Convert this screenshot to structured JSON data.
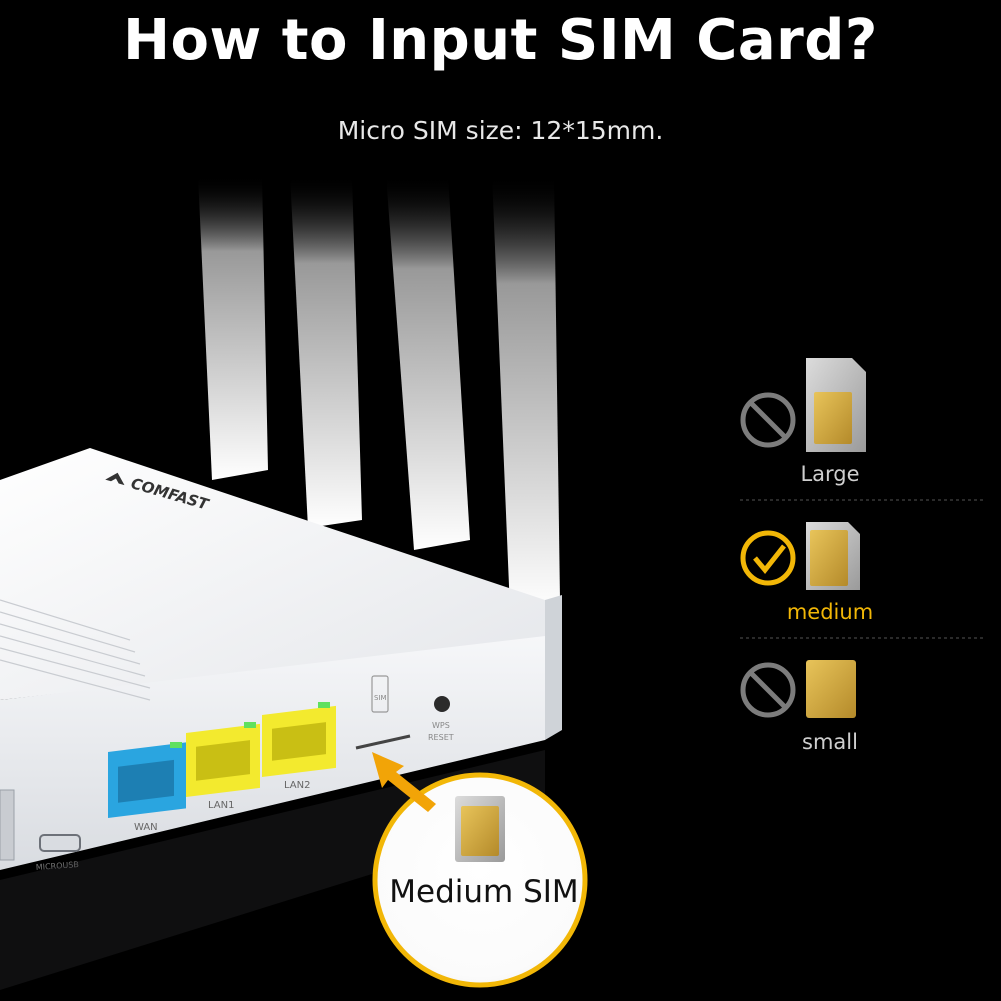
{
  "title": "How to Input SIM Card?",
  "subtitle": "Micro SIM size: 12*15mm.",
  "brand": "COMFAST",
  "ports": {
    "wan": "WAN",
    "lan1": "LAN1",
    "lan2": "LAN2",
    "microusb": "MICROUSB",
    "sim_slot": "SIM",
    "wps_reset_line1": "WPS",
    "wps_reset_line2": "RESET"
  },
  "sim_options": [
    {
      "label": "Large",
      "status": "not-allowed"
    },
    {
      "label": "medium",
      "status": "correct"
    },
    {
      "label": "small",
      "status": "not-allowed"
    }
  ],
  "callout": {
    "label": "Medium SIM"
  },
  "colors": {
    "background": "#000000",
    "accent": "#f2b707",
    "gold_chip": "#c9a23c",
    "router_white": "#f3f4f6",
    "wan_port": "#2aa5e0",
    "lan_port": "#f3ea2e"
  }
}
